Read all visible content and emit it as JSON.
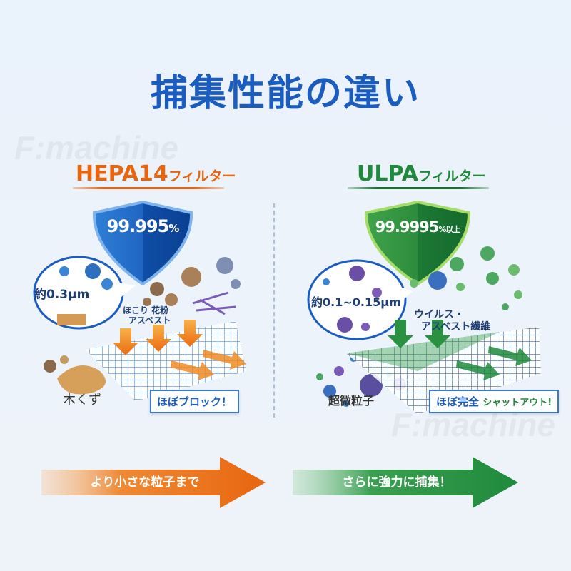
{
  "title": "捕集性能の違い",
  "watermark": "F:machine",
  "hepa": {
    "name": "HEPA14",
    "suffix": "フィルター",
    "efficiency": "99.995",
    "percent": "%",
    "size": "約0.3μm",
    "particles_label_1": "ほこり 花粉",
    "particles_label_2": "アスベスト",
    "debris_label": "木くず",
    "callout": "ほぼブロック！",
    "arrow_text": "より小さな粒子まで",
    "color": "#e8650f"
  },
  "ulpa": {
    "name": "ULPA",
    "suffix": "フィルター",
    "efficiency": "99.9995",
    "percent": "%以上",
    "size": "約0.1~0.15μm",
    "particles_label_1": "ウイルス・",
    "particles_label_2": "アスベスト繊維",
    "debris_label": "超微粒子",
    "callout_1": "ほぼ完全",
    "callout_2": "シャットアウト!",
    "arrow_text": "さらに強力に捕集！",
    "color": "#1f8a3c"
  }
}
